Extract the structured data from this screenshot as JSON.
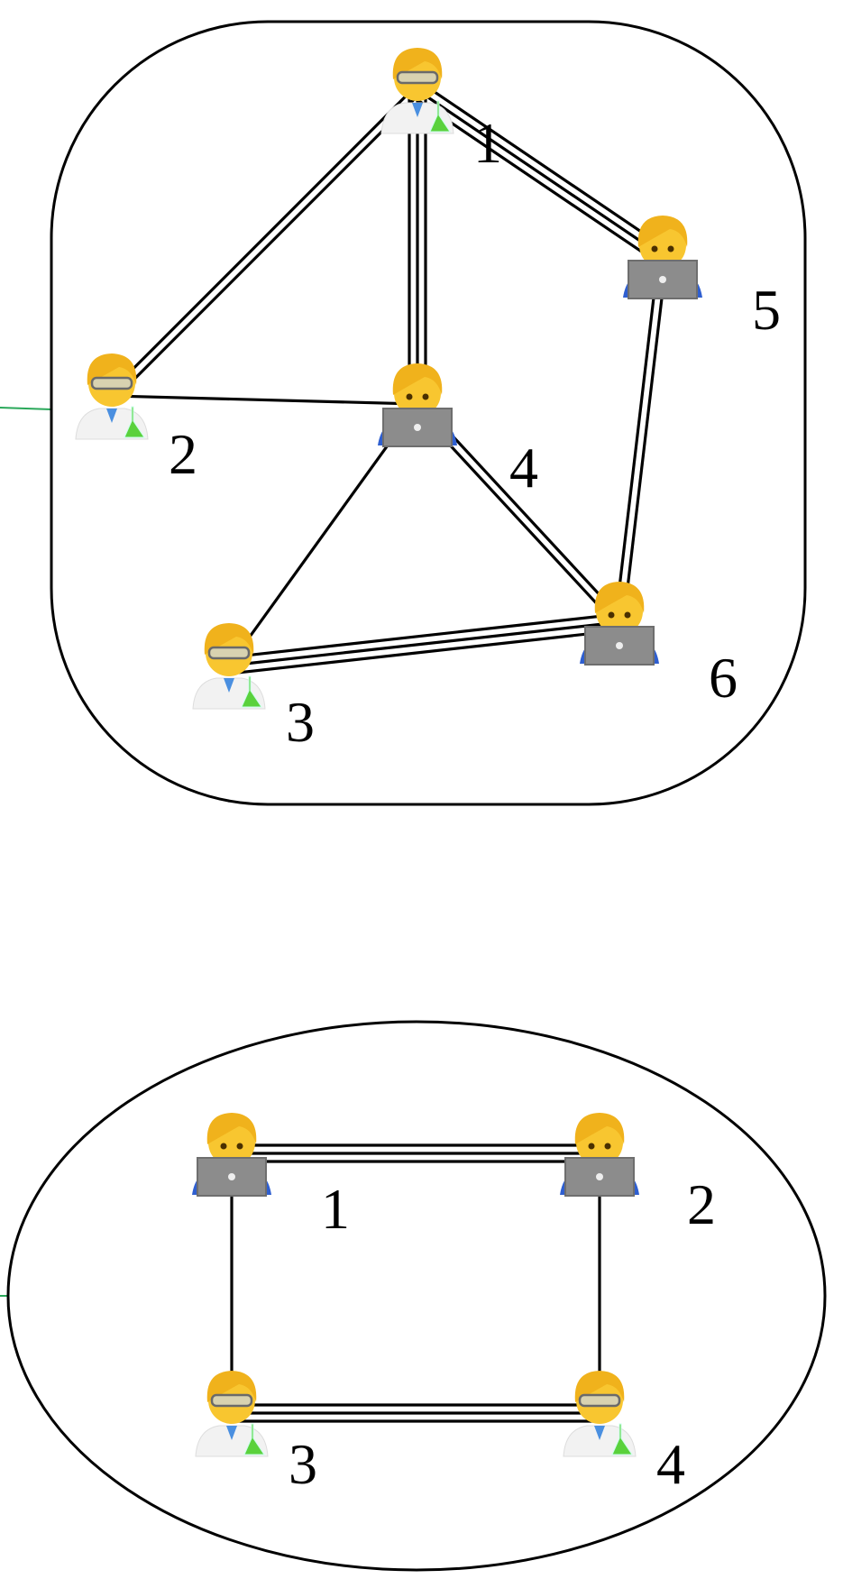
{
  "diagrams": [
    {
      "name": "graph-top",
      "boundary": "rounded-rectangle",
      "nodes": [
        {
          "id": "1",
          "label": "1",
          "role": "scientist-icon"
        },
        {
          "id": "2",
          "label": "2",
          "role": "scientist-icon"
        },
        {
          "id": "3",
          "label": "3",
          "role": "scientist-icon"
        },
        {
          "id": "4",
          "label": "4",
          "role": "technologist-icon"
        },
        {
          "id": "5",
          "label": "5",
          "role": "technologist-icon"
        },
        {
          "id": "6",
          "label": "6",
          "role": "technologist-icon"
        }
      ],
      "edges": [
        {
          "from": "1",
          "to": "2",
          "multiplicity": 2
        },
        {
          "from": "1",
          "to": "4",
          "multiplicity": 3
        },
        {
          "from": "1",
          "to": "5",
          "multiplicity": 3
        },
        {
          "from": "2",
          "to": "4",
          "multiplicity": 1
        },
        {
          "from": "4",
          "to": "3",
          "multiplicity": 1
        },
        {
          "from": "4",
          "to": "6",
          "multiplicity": 2
        },
        {
          "from": "5",
          "to": "6",
          "multiplicity": 2
        },
        {
          "from": "3",
          "to": "6",
          "multiplicity": 3
        }
      ]
    },
    {
      "name": "graph-bottom",
      "boundary": "ellipse",
      "nodes": [
        {
          "id": "1",
          "label": "1",
          "role": "technologist-icon"
        },
        {
          "id": "2",
          "label": "2",
          "role": "technologist-icon"
        },
        {
          "id": "3",
          "label": "3",
          "role": "scientist-icon"
        },
        {
          "id": "4",
          "label": "4",
          "role": "scientist-icon"
        }
      ],
      "edges": [
        {
          "from": "1",
          "to": "2",
          "multiplicity": 3
        },
        {
          "from": "3",
          "to": "4",
          "multiplicity": 3
        },
        {
          "from": "1",
          "to": "3",
          "multiplicity": 1
        },
        {
          "from": "2",
          "to": "4",
          "multiplicity": 1
        }
      ]
    }
  ],
  "colors": {
    "edge": "#000000",
    "connector": "#2aa85a",
    "skin": "#f8c630",
    "hair": "#f0b21c",
    "laptop": "#8c8c8c",
    "shirt": "#2f5fd0",
    "flask": "#5ad13c"
  }
}
